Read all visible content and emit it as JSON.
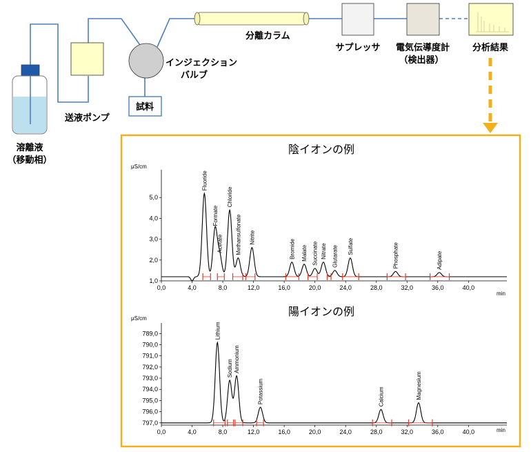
{
  "flow": {
    "eluent_label_1": "溶離液",
    "eluent_label_2": "（移動相）",
    "pump_label": "送液ポンプ",
    "sample_label": "試料",
    "valve_label_1": "インジェクション",
    "valve_label_2": "バルブ",
    "column_label": "分離カラム",
    "suppressor_label": "サプレッサ",
    "detector_label_1": "電気伝導度計",
    "detector_label_2": "（検出器）",
    "result_label": "分析結果"
  },
  "colors": {
    "tube": "#4a7fbf",
    "frame": "#f2b01e",
    "arrow": "#f2b01e",
    "marker": "#e23a2a",
    "pump_fill": "#ffffc8",
    "column_fill": "#ffffc8",
    "valve_fill": "#cfcfcf",
    "bottle_cap": "#1e5aa8",
    "bottle_liquid": "#bde0ee"
  },
  "chart_data": [
    {
      "type": "line",
      "title": "陰イオンの例",
      "ylabel": "μS/cm",
      "xlabel": "min",
      "xlim": [
        0,
        45
      ],
      "ylim": [
        1.0,
        6.2
      ],
      "xticks": [
        "0,0",
        "4,0",
        "8,0",
        "12,0",
        "16,0",
        "20,0",
        "24,0",
        "28,0",
        "32,0",
        "36,0",
        "40,0"
      ],
      "yticks": [
        "1,0",
        "2,0",
        "3,0",
        "4,0",
        "5,0"
      ],
      "baseline": 1.2,
      "dip": {
        "x": 4.0,
        "y": 1.0
      },
      "peaks": [
        {
          "name": "Fluoride",
          "x": 5.6,
          "y": 5.2
        },
        {
          "name": "Formate",
          "x": 7.0,
          "y": 3.5
        },
        {
          "name": "Acetate",
          "x": 7.6,
          "y": 2.2
        },
        {
          "name": "Chloride",
          "x": 8.9,
          "y": 4.4
        },
        {
          "name": "Methansulfonate",
          "x": 10.0,
          "y": 2.1
        },
        {
          "name": "Nitrite",
          "x": 11.8,
          "y": 2.6
        },
        {
          "name": "Bromide",
          "x": 17.0,
          "y": 1.9
        },
        {
          "name": "Malate",
          "x": 18.6,
          "y": 1.8
        },
        {
          "name": "Succinate",
          "x": 20.0,
          "y": 1.6
        },
        {
          "name": "Nitrate",
          "x": 21.1,
          "y": 1.9
        },
        {
          "name": "Glutarate",
          "x": 22.6,
          "y": 1.5
        },
        {
          "name": "Sulfate",
          "x": 24.6,
          "y": 2.1
        },
        {
          "name": "Phosphate",
          "x": 30.5,
          "y": 1.45
        },
        {
          "name": "Adipate",
          "x": 36.2,
          "y": 1.4
        }
      ],
      "markers": [
        5.4,
        6.4,
        7.3,
        8.2,
        9.3,
        10.6,
        11.0,
        12.2,
        16.2,
        17.9,
        19.1,
        20.3,
        21.6,
        22.1,
        23.6,
        25.7,
        29.4,
        31.8,
        35.0,
        37.5
      ]
    },
    {
      "type": "line",
      "title": "陽イオンの例",
      "ylabel": "μS/cm",
      "xlabel": "min",
      "xlim": [
        0,
        45
      ],
      "ylim": [
        797.2,
        788.3
      ],
      "xticks": [
        "0,0",
        "4,0",
        "8,0",
        "12,0",
        "16,0",
        "20,0",
        "24,0",
        "28,0",
        "32,0",
        "36,0",
        "40,0"
      ],
      "yticks": [
        "789,0",
        "790,0",
        "791,0",
        "792,0",
        "793,0",
        "794,0",
        "795,0",
        "796,0",
        "797,0"
      ],
      "baseline": 797.0,
      "peaks": [
        {
          "name": "Lithium",
          "x": 7.3,
          "y": 789.8
        },
        {
          "name": "Sodium",
          "x": 8.9,
          "y": 793.2
        },
        {
          "name": "Ammonium",
          "x": 9.8,
          "y": 792.8
        },
        {
          "name": "Potassium",
          "x": 12.9,
          "y": 795.6
        },
        {
          "name": "Calcium",
          "x": 28.6,
          "y": 795.8
        },
        {
          "name": "Magnesium",
          "x": 33.5,
          "y": 795.2
        }
      ],
      "markers": [
        6.8,
        8.3,
        8.6,
        9.4,
        9.6,
        10.6,
        12.4,
        13.3,
        27.5,
        30.0,
        32.2,
        35.3
      ]
    }
  ]
}
